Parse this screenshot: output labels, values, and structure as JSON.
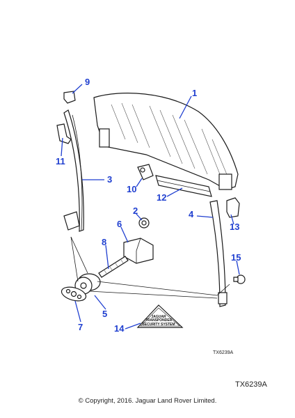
{
  "callouts": {
    "c1": "1",
    "c2": "2",
    "c3": "3",
    "c4": "4",
    "c5": "5",
    "c6": "6",
    "c7": "7",
    "c8": "8",
    "c9": "9",
    "c10": "10",
    "c11": "11",
    "c12": "12",
    "c13": "13",
    "c14": "14",
    "c15": "15"
  },
  "badge": {
    "brand": "JAGUAR",
    "line2": "TRANSPONDER",
    "line3": "SECURITY SYSTEM"
  },
  "figure_ref_small": "TX6239A",
  "figure_ref_large": "TX6239A",
  "copyright": "© Copyright, 2016. Jaguar Land Rover Limited.",
  "colors": {
    "callout": "#1f3fd0",
    "line": "#1a1a1a"
  }
}
